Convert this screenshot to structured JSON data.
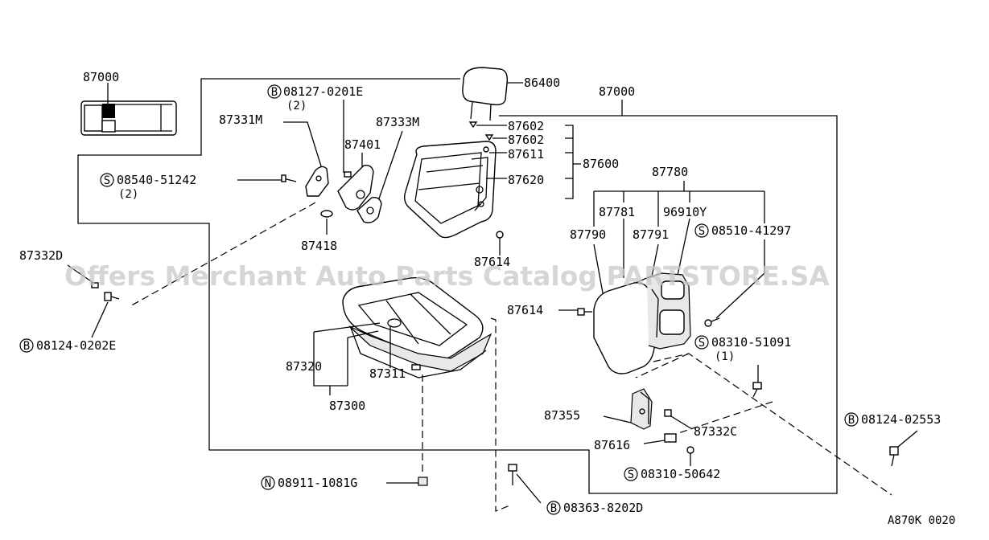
{
  "watermark": "Offers Merchant Auto Parts Catalog PARTSTORE.SA",
  "diagram_code": "A870K 0020",
  "callouts": {
    "vehicle_ref": "87000",
    "assembly_ref": "87000",
    "headrest": "86400",
    "bolt_b08127": "08127-0201E",
    "bolt_b08127_qty": "(2)",
    "p87331m": "87331M",
    "p87333m": "87333M",
    "p87401": "87401",
    "screw_s08540": "08540-51242",
    "screw_s08540_qty": "(2)",
    "p87418": "87418",
    "p87602a": "87602",
    "p87602b": "87602",
    "p87611": "87611",
    "p87620": "87620",
    "p87600": "87600",
    "p87614_top": "87614",
    "p87780": "87780",
    "p87781": "87781",
    "p96910y": "96910Y",
    "p87790": "87790",
    "p87791": "87791",
    "screw_s08510": "08510-41297",
    "p87332d": "87332D",
    "bolt_b08124_0202e": "08124-0202E",
    "p87614_mid": "87614",
    "screw_s08310_51091": "08310-51091",
    "screw_s08310_51091_qty": "(1)",
    "p87320": "87320",
    "p87311": "87311",
    "p87300": "87300",
    "bolt_b08124_02553": "08124-02553",
    "p87355": "87355",
    "p87332c": "87332C",
    "p87616": "87616",
    "screw_s08310_50642": "08310-50642",
    "nut_n08911": "08911-1081G",
    "bolt_b08363": "08363-8202D"
  },
  "prefix_symbols": {
    "bolt": "B",
    "screw": "S",
    "nut": "N"
  }
}
